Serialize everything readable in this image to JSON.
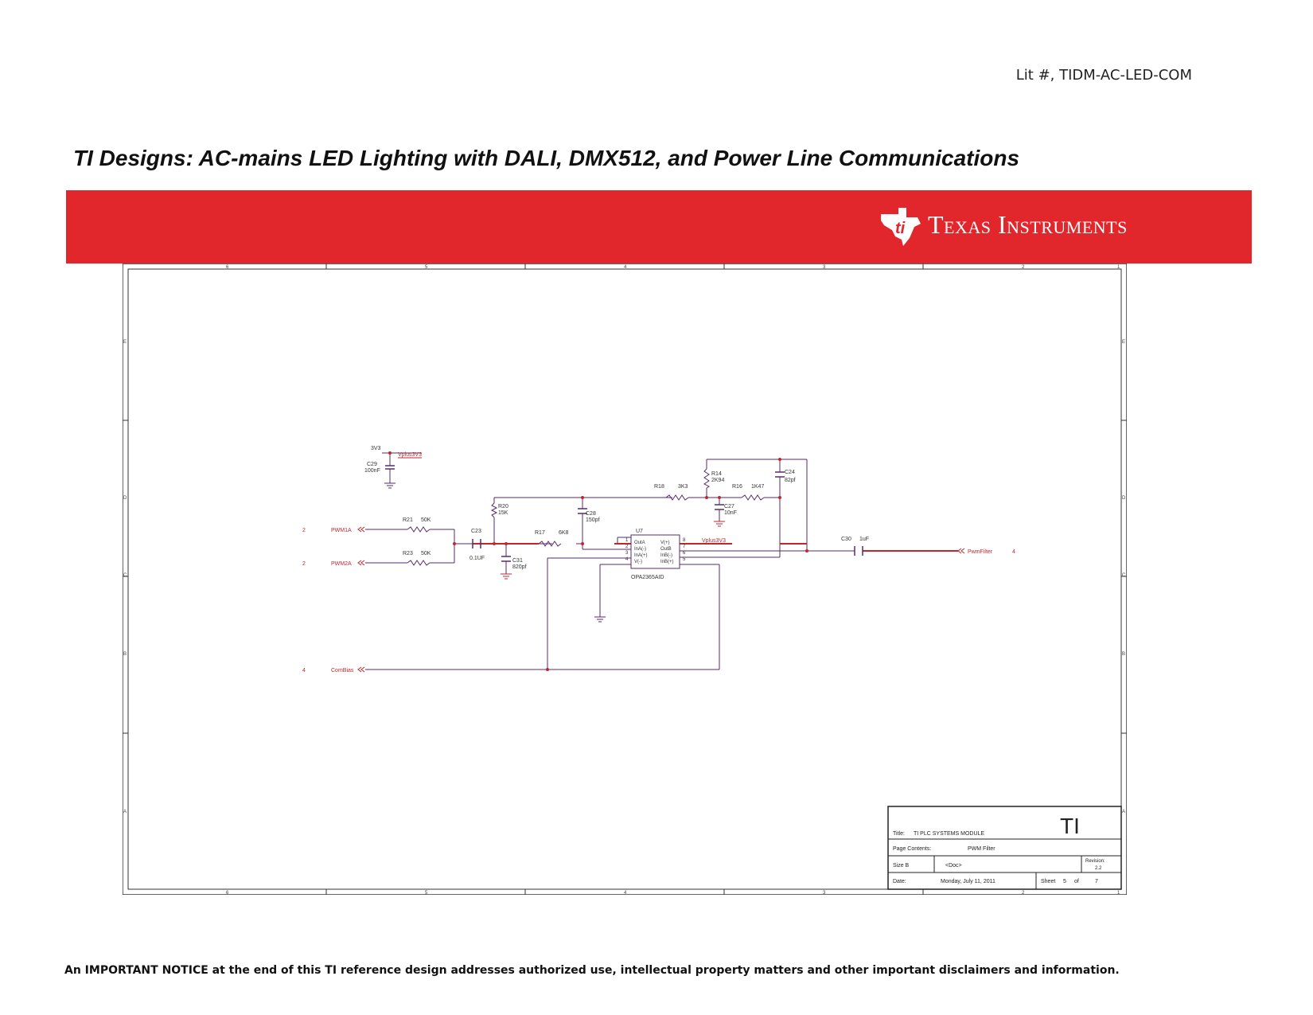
{
  "header": {
    "lit_number": "Lit #, TIDM-AC-LED-COM",
    "title": "TI Designs: AC-mains LED Lighting with DALI, DMX512, and Power Line Communications"
  },
  "banner": {
    "company": "Texas Instruments",
    "color": "#e1262c"
  },
  "schematic": {
    "wire_color": "#5a2a6a",
    "net_color": "#c0262c",
    "nets": {
      "pwm1a": "PWM1A",
      "pwm2a": "PWM2A",
      "combias": "ComBias",
      "pwmfilter": "PwmFilter",
      "vplus_3v3": "Vplus3V3",
      "vplus_3v3_b": "Vplus3V3",
      "supply_3v3": "3V3",
      "pwm1a_sheet": "2",
      "pwm2a_sheet": "2",
      "combias_sheet": "4",
      "pwmfilter_sheet": "4"
    },
    "components": {
      "c29_ref": "C29",
      "c29_val": "100nF",
      "r21_ref": "R21",
      "r21_val": "50K",
      "r23_ref": "R23",
      "r23_val": "50K",
      "c23_ref": "C23",
      "c23_val": "0.1UF",
      "r20_ref": "R20",
      "r20_val": "15K",
      "c31_ref": "C31",
      "c31_val": "820pf",
      "r17_ref": "R17",
      "r17_val": "6K8",
      "c28_ref": "C28",
      "c28_val": "150pf",
      "r18_ref": "R18",
      "r18_val": "3K3",
      "r14_ref": "R14",
      "r14_val": "2K94",
      "c27_ref": "C27",
      "c27_val": "10nF",
      "r16_ref": "R16",
      "r16_val": "1K47",
      "c24_ref": "C24",
      "c24_val": "82pf",
      "c30_ref": "C30",
      "c30_val": "1uF",
      "u7_ref": "U7",
      "u7_part": "OPA2365AID"
    },
    "opamp_pins": {
      "left": [
        "OutA",
        "InA(-)",
        "InA(+)",
        "V(-)"
      ],
      "right": [
        "V(+)",
        "OutB",
        "InB(-)",
        "InB(+)"
      ],
      "left_nums": [
        "1",
        "2",
        "3",
        "4"
      ],
      "right_nums": [
        "8",
        "7",
        "6",
        "5"
      ]
    },
    "frame": {
      "top_cols": [
        "6",
        "5",
        "4",
        "3",
        "2",
        "1"
      ],
      "bottom_cols": [
        "6",
        "5",
        "4",
        "3",
        "2",
        "1"
      ],
      "rows": [
        "E",
        "D",
        "C",
        "B",
        "A"
      ]
    },
    "title_block": {
      "logo": "TI",
      "title_label": "Title:",
      "title_value": "TI PLC SYSTEMS MODULE",
      "page_label": "Page Contents:",
      "page_value": "PWM Filter",
      "size_label": "Size B",
      "doc_value": "<Doc>",
      "rev_label": "Revision:",
      "rev_value": "2.2",
      "date_label": "Date:",
      "date_value": "Monday, July 11, 2011",
      "sheet_label": "Sheet",
      "sheet_num": "5",
      "of_label": "of",
      "sheet_total": "7"
    }
  },
  "footer": {
    "notice": "An IMPORTANT NOTICE at the end of this TI reference design addresses authorized use, intellectual property matters and other important disclaimers and information."
  }
}
